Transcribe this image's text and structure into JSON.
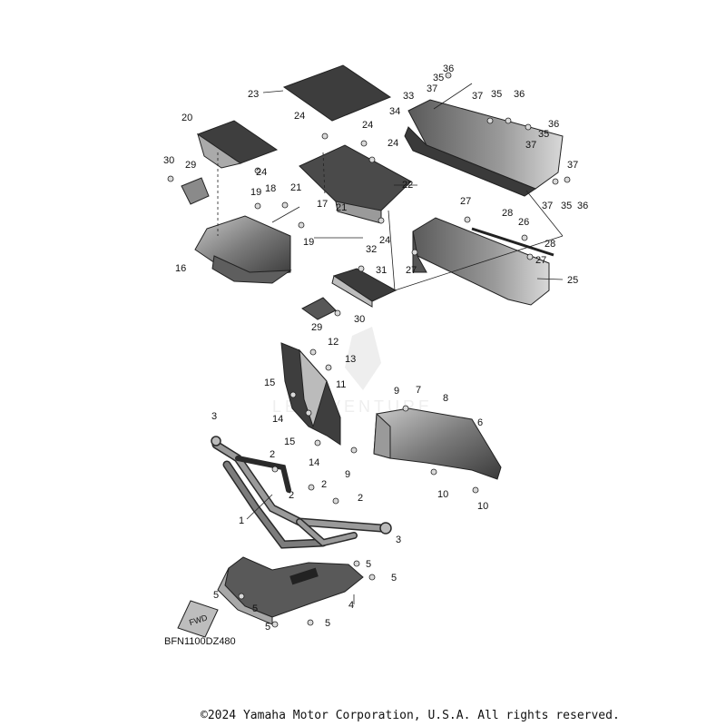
{
  "drawing_code": "BFN1100DZ480",
  "copyright": "©2024 Yamaha Motor Corporation, U.S.A. All rights reserved.",
  "direction_arrow": "FWD",
  "callouts": [
    "1",
    "2",
    "2",
    "2",
    "2",
    "3",
    "3",
    "4",
    "5",
    "5",
    "5",
    "5",
    "5",
    "5",
    "6",
    "7",
    "8",
    "9",
    "9",
    "10",
    "10",
    "11",
    "12",
    "13",
    "14",
    "14",
    "15",
    "15",
    "16",
    "17",
    "18",
    "19",
    "19",
    "20",
    "21",
    "21",
    "22",
    "23",
    "24",
    "24",
    "24",
    "24",
    "24",
    "25",
    "26",
    "27",
    "27",
    "27",
    "28",
    "28",
    "29",
    "29",
    "30",
    "30",
    "31",
    "32",
    "33",
    "34",
    "35",
    "35",
    "35",
    "35",
    "36",
    "36",
    "36",
    "36",
    "37",
    "37",
    "37",
    "37",
    "37"
  ]
}
